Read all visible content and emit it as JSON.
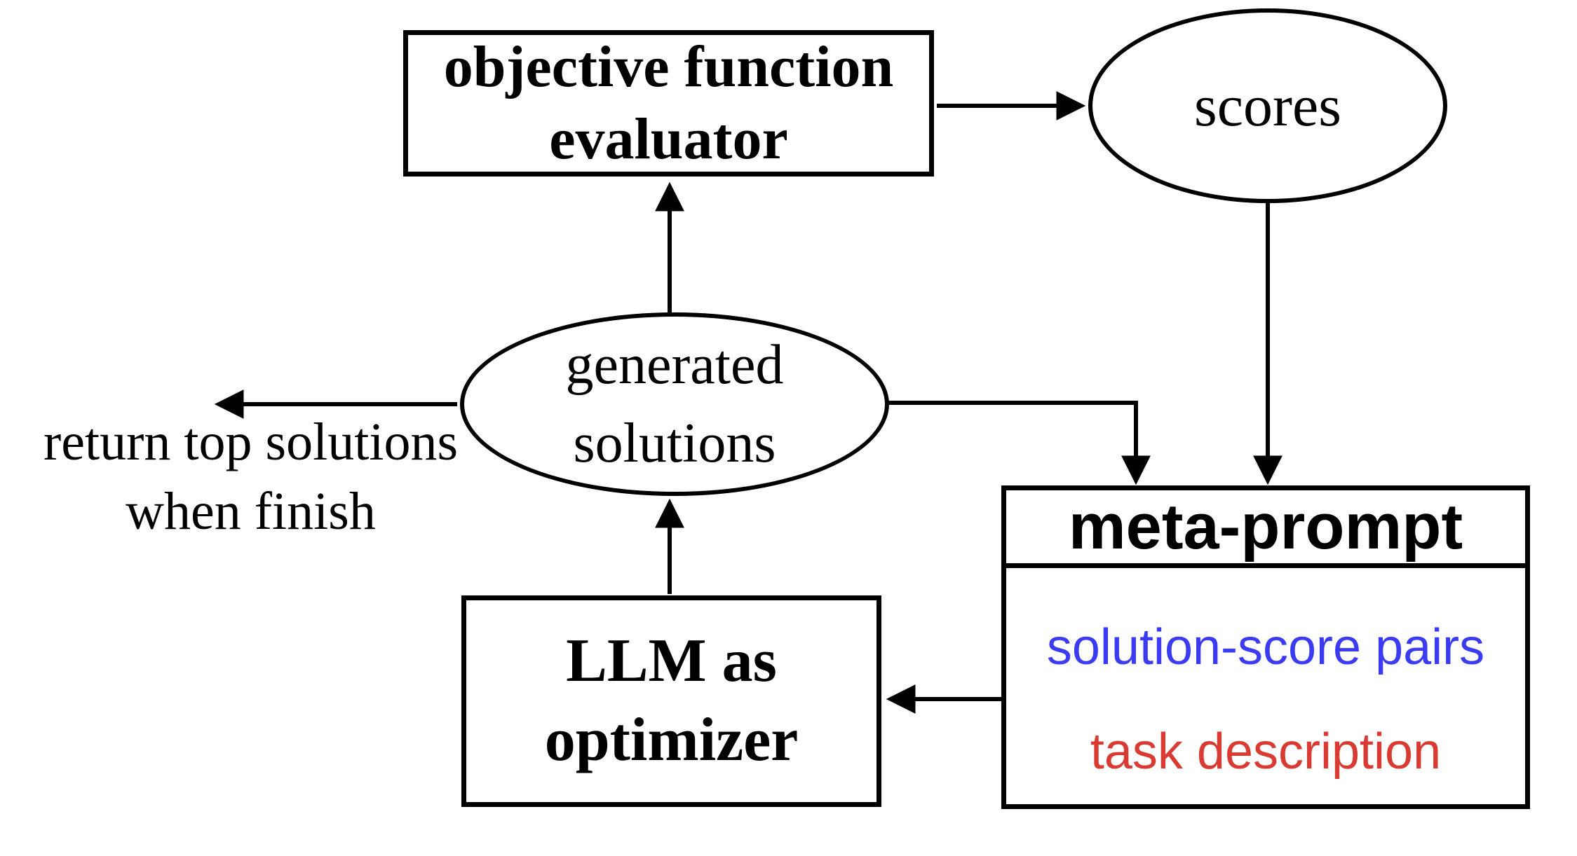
{
  "figure": {
    "background": "#ffffff",
    "line_color": "#000000",
    "nodes": {
      "evaluator": {
        "shape": "rect",
        "label": "objective function\nevaluator"
      },
      "scores": {
        "shape": "ellipse",
        "label": "scores"
      },
      "generated_solutions": {
        "shape": "ellipse",
        "label": "generated\nsolutions"
      },
      "llm_optimizer": {
        "shape": "rect",
        "label": "LLM as\noptimizer"
      },
      "meta_prompt": {
        "shape": "rect-with-header",
        "title": "meta-prompt",
        "items": [
          {
            "label": "solution-score pairs",
            "color": "#3B3BF2"
          },
          {
            "label": "task description",
            "color": "#D93A32"
          }
        ]
      }
    },
    "annotations": {
      "return_note": "return top solutions\nwhen finish"
    },
    "edges": [
      {
        "from": "evaluator",
        "to": "scores",
        "style": "straight"
      },
      {
        "from": "scores",
        "to": "meta_prompt",
        "style": "straight"
      },
      {
        "from": "generated_solutions",
        "to": "evaluator",
        "style": "straight"
      },
      {
        "from": "generated_solutions",
        "to": "meta_prompt",
        "style": "elbow"
      },
      {
        "from": "generated_solutions",
        "to": "return_note",
        "style": "straight"
      },
      {
        "from": "llm_optimizer",
        "to": "generated_solutions",
        "style": "straight"
      },
      {
        "from": "meta_prompt",
        "to": "llm_optimizer",
        "style": "straight"
      }
    ]
  }
}
